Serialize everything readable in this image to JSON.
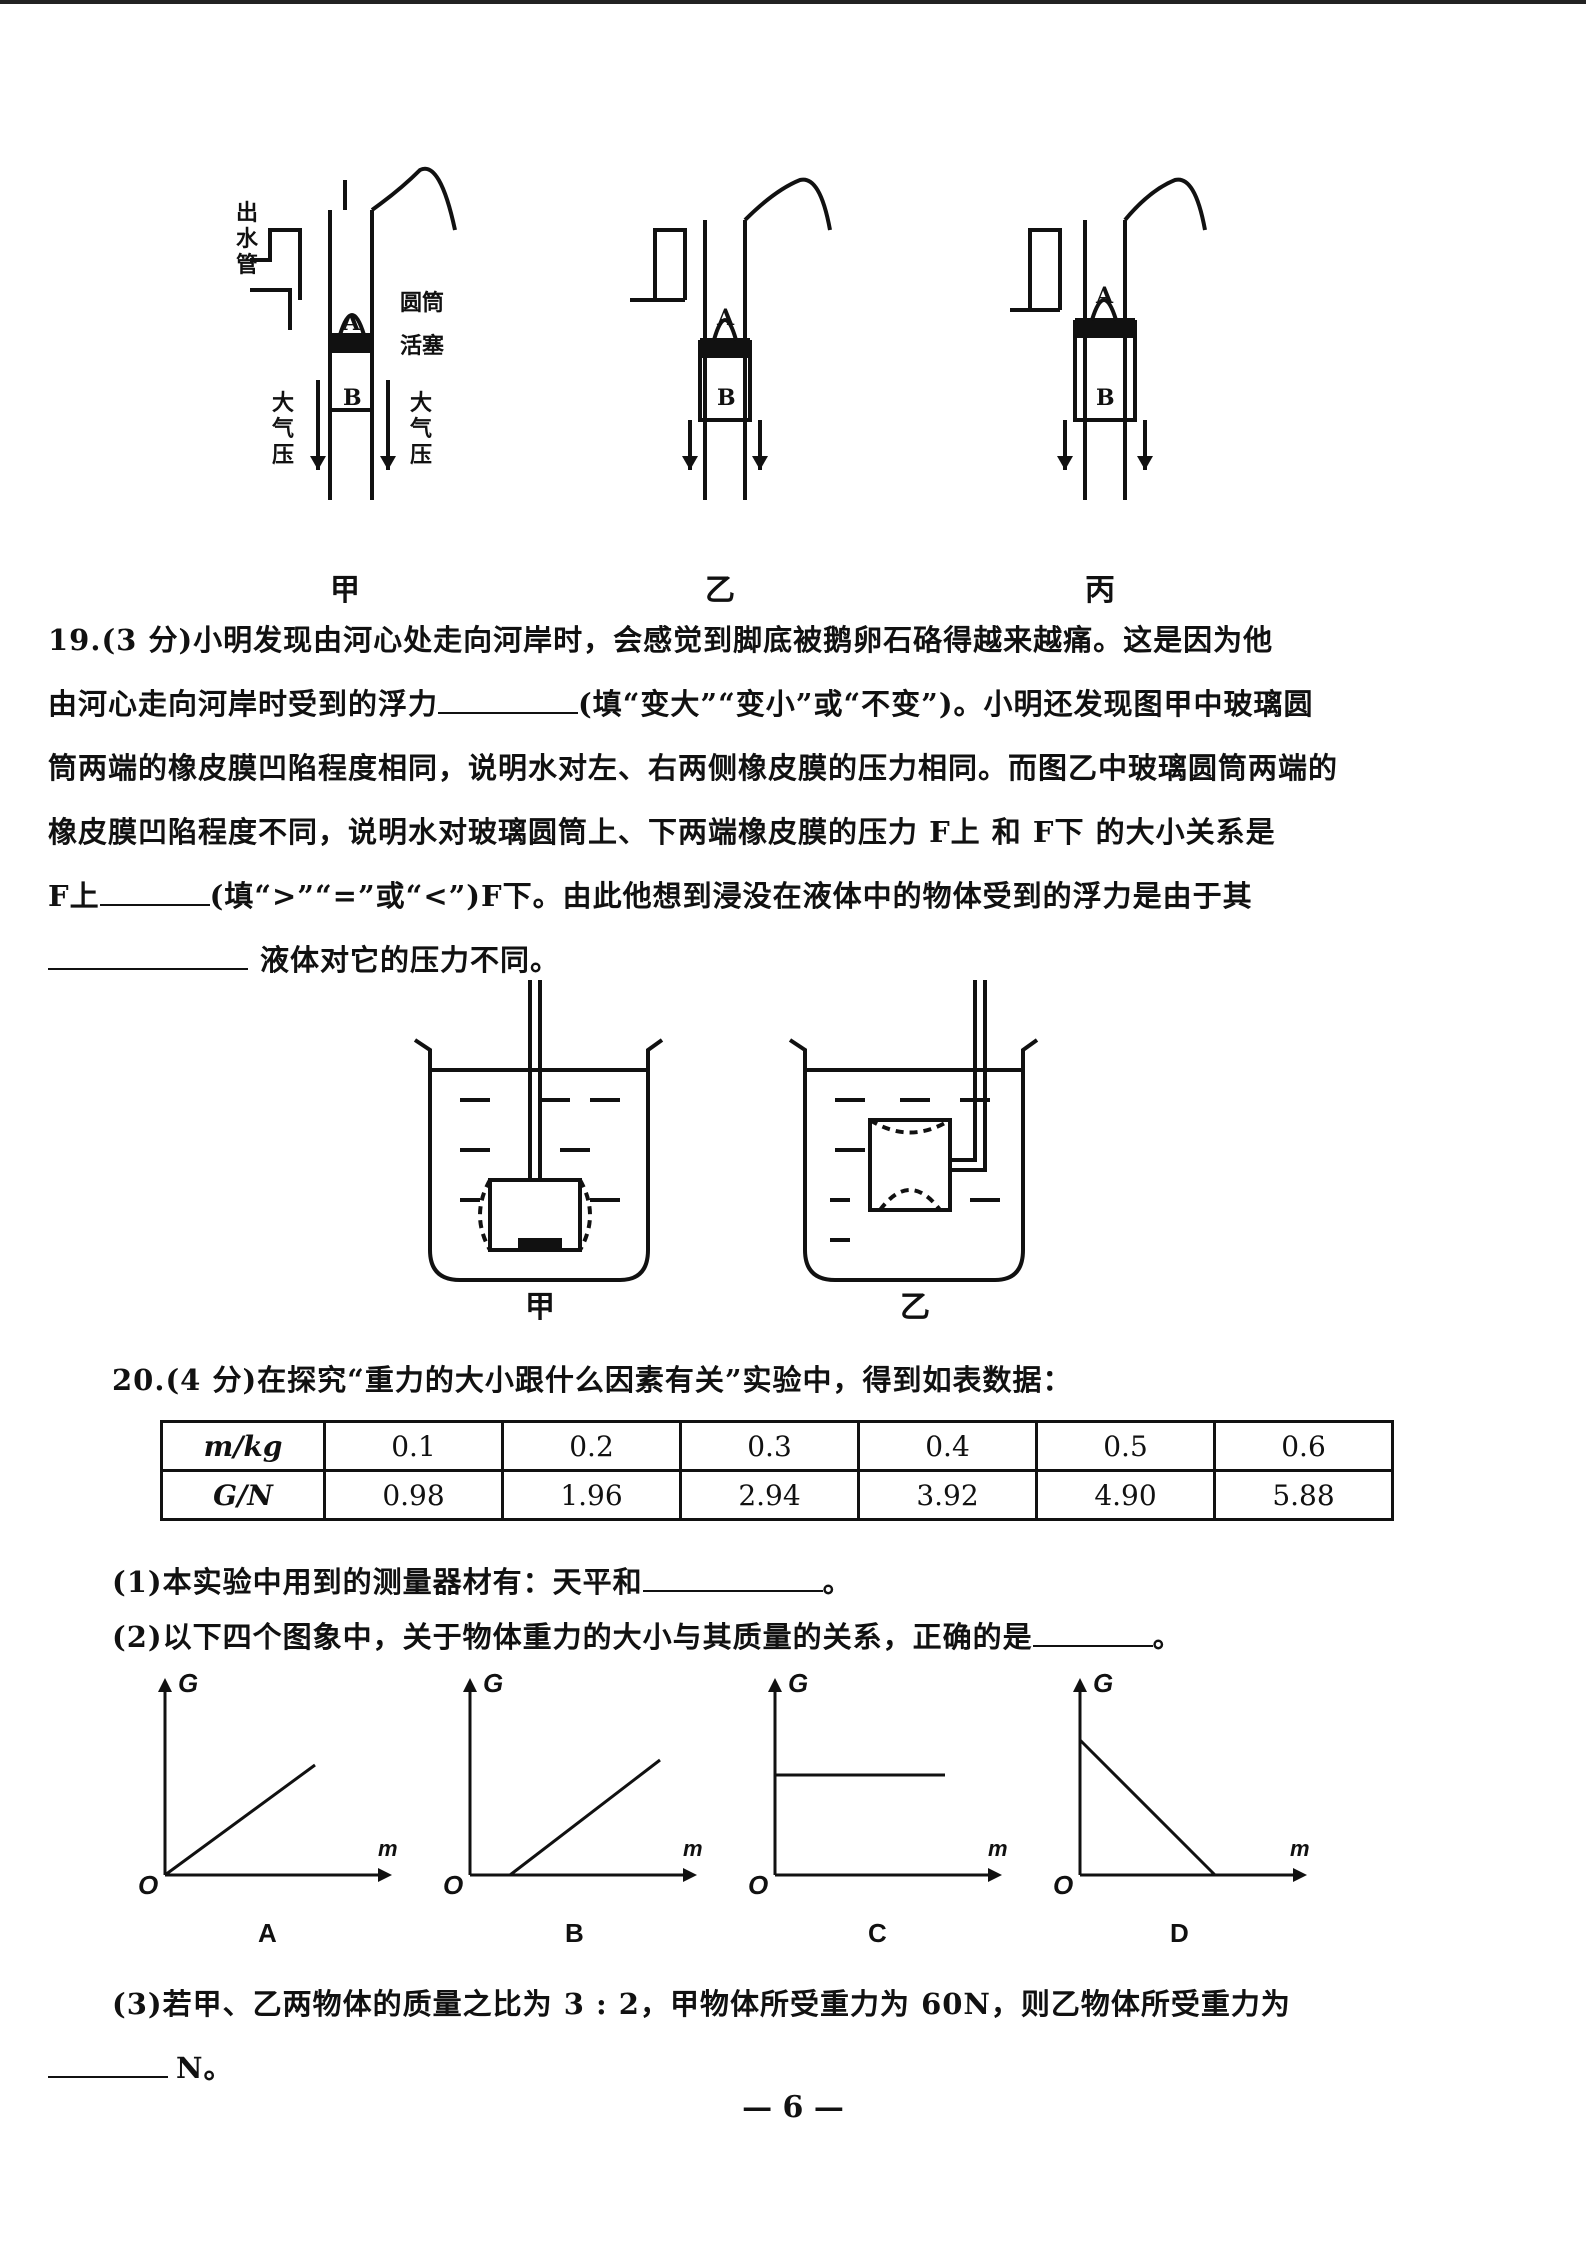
{
  "figure1": {
    "labels": {
      "outlet_pipe": "出水管",
      "cylinder": "圆筒",
      "piston": "活塞",
      "atm_pressure": "大气压",
      "valve_a": "A",
      "valve_b": "B"
    },
    "captions": [
      "甲",
      "乙",
      "丙"
    ]
  },
  "q19": {
    "line1": "19.(3 分)小明发现由河心处走向河岸时，会感觉到脚底被鹅卵石硌得越来越痛。这是因为他",
    "line2_a": "由河心走向河岸时受到的浮力",
    "line2_b": "(填“变大”“变小”或“不变”)。小明还发现图甲中玻璃圆",
    "line3": "筒两端的橡皮膜凹陷程度相同，说明水对左、右两侧橡皮膜的压力相同。而图乙中玻璃圆筒两端的",
    "line4": "橡皮膜凹陷程度不同，说明水对玻璃圆筒上、下两端橡皮膜的压力 F上 和 F下 的大小关系是",
    "line5_a": "F上",
    "line5_b": "(填“>”“=”或“<”)F下。由此他想到浸没在液体中的物体受到的浮力是由于其",
    "line6": "液体对它的压力不同。",
    "fig_captions": [
      "甲",
      "乙"
    ]
  },
  "q20": {
    "intro": "20.(4 分)在探究“重力的大小跟什么因素有关”实验中，得到如表数据：",
    "table": {
      "row1_head": "m/kg",
      "row1": [
        "0.1",
        "0.2",
        "0.3",
        "0.4",
        "0.5",
        "0.6"
      ],
      "row2_head": "G/N",
      "row2": [
        "0.98",
        "1.96",
        "2.94",
        "3.92",
        "4.90",
        "5.88"
      ]
    },
    "part1_a": "(1)本实验中用到的测量器材有：天平和",
    "part1_b": "。",
    "part2_a": "(2)以下四个图象中，关于物体重力的大小与其质量的关系，正确的是",
    "part2_b": "。",
    "graphs": {
      "y_axis": "G",
      "x_axis": "m",
      "origin": "O",
      "options": [
        "A",
        "B",
        "C",
        "D"
      ]
    },
    "part3": "(3)若甲、乙两物体的质量之比为 3 : 2，甲物体所受重力为 60N，则乙物体所受重力为",
    "part3_unit": "N。"
  },
  "page_number": "— 6 —"
}
